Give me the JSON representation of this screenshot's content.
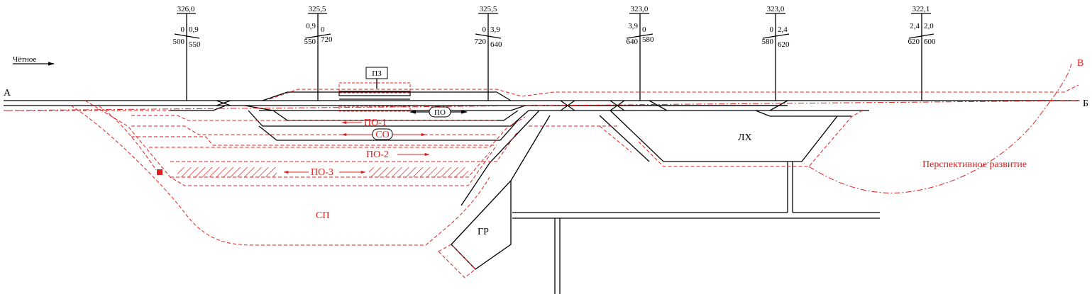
{
  "direction": {
    "label": "Чётное"
  },
  "stations": {
    "a": "А",
    "b": "Б",
    "v": "В"
  },
  "profile": [
    {
      "km": "326,0",
      "left_slope": "0",
      "right_slope": "0,9",
      "left_len": "500",
      "right_len": "550"
    },
    {
      "km": "325,5",
      "left_slope": "0,9",
      "right_slope": "0",
      "left_len": "550",
      "right_len": "720"
    },
    {
      "km": "325,5",
      "left_slope": "0",
      "right_slope": "3,9",
      "left_len": "720",
      "right_len": "640"
    },
    {
      "km": "323,0",
      "left_slope": "3,9",
      "right_slope": "0",
      "left_len": "640",
      "right_len": "580"
    },
    {
      "km": "323,0",
      "left_slope": "0",
      "right_slope": "2,4",
      "left_len": "580",
      "right_len": "620"
    },
    {
      "km": "322,1",
      "left_slope": "2,4",
      "right_slope": "2,0",
      "left_len": "620",
      "right_len": "600"
    }
  ],
  "labels": {
    "pz": "ПЗ",
    "po": "ПО",
    "po1": "ПО-1",
    "so": "СО",
    "po2": "ПО-2",
    "po3": "ПО-3",
    "lh": "ЛХ",
    "sp": "СП",
    "gr": "ГР",
    "perspective": "Перспективное развитие"
  },
  "colors": {
    "existing": "#000000",
    "planned": "#e0201f"
  }
}
